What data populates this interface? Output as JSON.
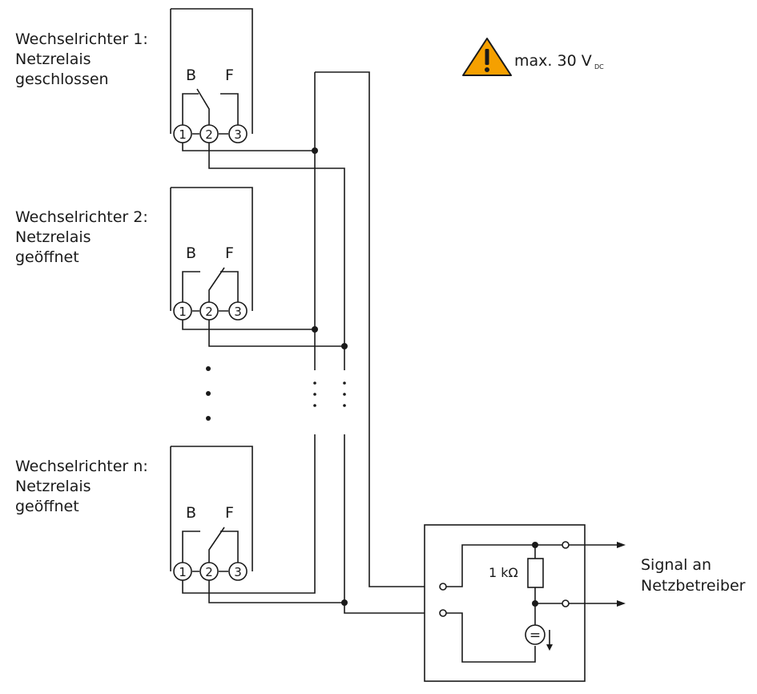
{
  "inverters": [
    {
      "name": "Wechselrichter 1:",
      "relay": "Netzrelais",
      "state": "geschlossen"
    },
    {
      "name": "Wechselrichter 2:",
      "relay": "Netzrelais",
      "state": "geöffnet"
    },
    {
      "name": "Wechselrichter n:",
      "relay": "Netzrelais",
      "state": "geöffnet"
    }
  ],
  "contact_labels": {
    "b": "B",
    "f": "F"
  },
  "terminals": [
    "1",
    "2",
    "3"
  ],
  "warning": {
    "icon": "warning-triangle-icon",
    "text": "max. 30 V",
    "subscript": "DC",
    "color": "#f5a000"
  },
  "resistor_label": "1 kΩ",
  "current_source_symbol": "=",
  "signal_output": {
    "line1": "Signal an",
    "line2": "Netzbetreiber"
  }
}
